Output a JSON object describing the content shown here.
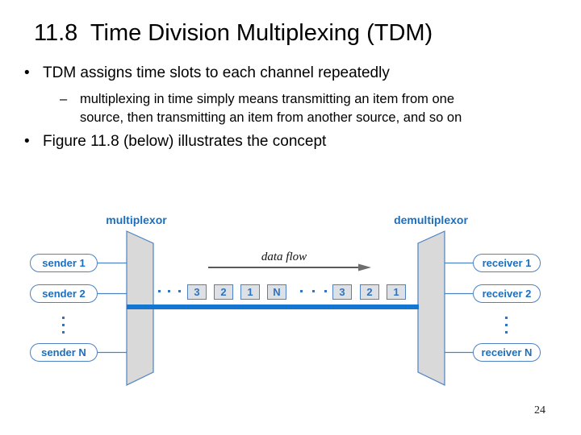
{
  "slide": {
    "title": "11.8  Time Division Multiplexing (TDM)",
    "bullet_char": "•",
    "sub_bullet_char": "–",
    "bullet1": "TDM assigns time slots to each channel repeatedly",
    "sub_bullet_lines": [
      "multiplexing in time simply means transmitting an item from one",
      "source, then transmitting an item from another source, and so on"
    ],
    "bullet2": "Figure 11.8 (below) illustrates the concept",
    "page_number": "24"
  },
  "diagram": {
    "mux_label": "multiplexor",
    "demux_label": "demultiplexor",
    "data_flow_label": "data flow",
    "senders": [
      {
        "label": "sender 1"
      },
      {
        "label": "sender 2"
      },
      {
        "label": "sender N"
      }
    ],
    "receivers": [
      {
        "label": "receiver 1"
      },
      {
        "label": "receiver 2"
      },
      {
        "label": "receiver N"
      }
    ],
    "slots_left": [
      "3",
      "2",
      "1",
      "N"
    ],
    "slots_right": [
      "3",
      "2",
      "1"
    ],
    "colors": {
      "label_blue": "#1B6FBE",
      "border_blue": "#4D82C4",
      "trunk_blue": "#1576D2",
      "shape_gray": "#D9D9D9",
      "slot_gray": "#DDE0E5"
    }
  }
}
